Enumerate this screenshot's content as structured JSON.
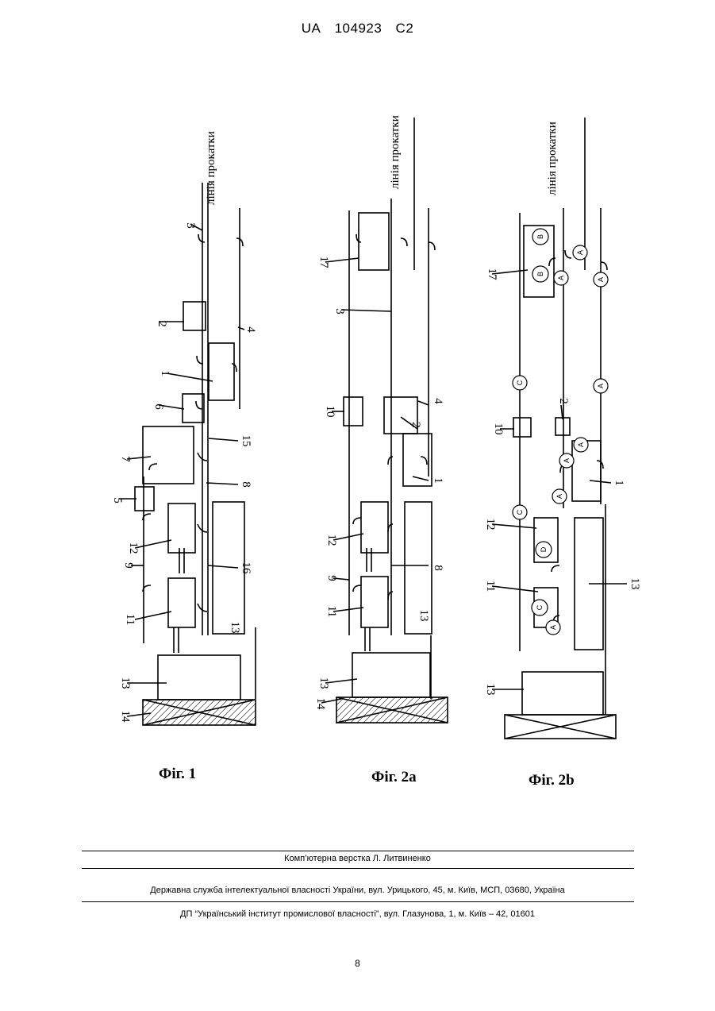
{
  "header": {
    "office": "UA",
    "number": "104923",
    "kind": "C2"
  },
  "figures": {
    "fig1": {
      "caption": "Фіг. 1",
      "line_label": "лінія прокатки",
      "labels": [
        "1",
        "2",
        "3",
        "4",
        "5",
        "6",
        "7",
        "8",
        "9",
        "11",
        "12",
        "13",
        "13",
        "14",
        "15",
        "16"
      ]
    },
    "fig2a": {
      "caption": "Фіг. 2a",
      "line_label": "лінія прокатки",
      "labels": [
        "1",
        "2",
        "3",
        "4",
        "8",
        "9",
        "10",
        "11",
        "12",
        "13",
        "13",
        "14",
        "17"
      ]
    },
    "fig2b": {
      "caption": "Фіг. 2b",
      "line_label": "лінія прокатки",
      "labels": [
        "1",
        "2",
        "10",
        "11",
        "12",
        "13",
        "13",
        "17"
      ],
      "circle_marks": [
        "A",
        "B",
        "C",
        "D"
      ]
    }
  },
  "footer": {
    "layout": "Комп’ютерна верстка Л. Литвиненко",
    "agency": "Державна служба інтелектуальної власності України, вул. Урицького, 45, м. Київ, МСП, 03680, Україна",
    "publisher": "ДП “Український інститут промислової власності”, вул. Глазунова, 1, м. Київ – 42, 01601"
  },
  "page_number": "8"
}
